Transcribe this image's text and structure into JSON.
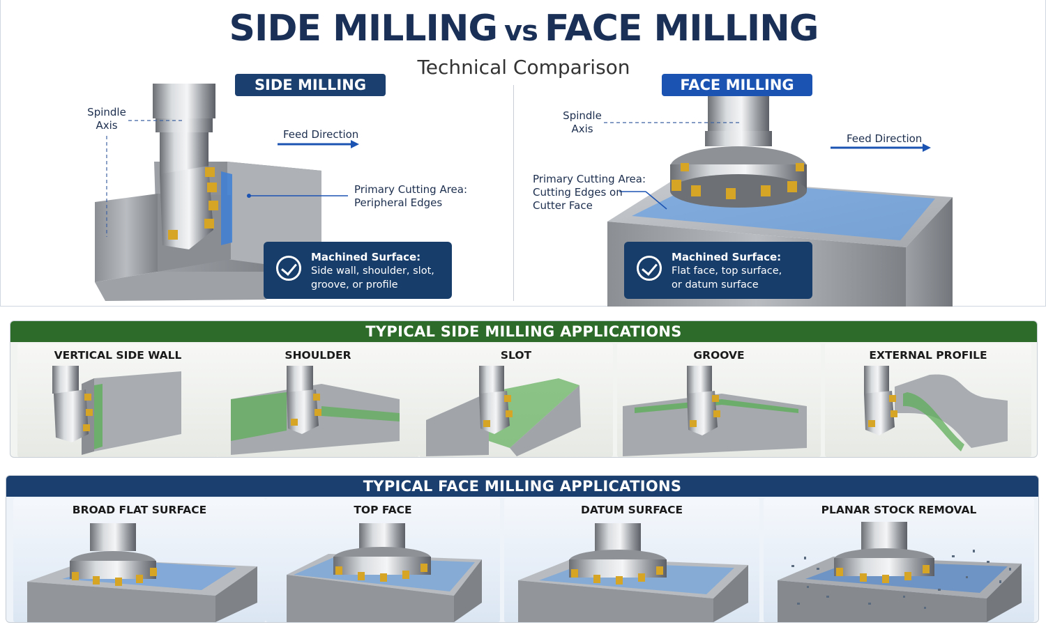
{
  "header": {
    "title_left": "SIDE MILLING",
    "title_vs": "vs",
    "title_right": "FACE MILLING",
    "subtitle": "Technical Comparison"
  },
  "side_milling": {
    "badge": "SIDE MILLING",
    "spindle_axis": [
      "Spindle",
      "Axis"
    ],
    "feed_direction": "Feed Direction",
    "primary_cutting": [
      "Primary Cutting Area:",
      "Peripheral Edges"
    ],
    "machined_surface": {
      "title": "Machined Surface:",
      "lines": [
        "Side wall, shoulder, slot,",
        "groove, or profile"
      ]
    }
  },
  "face_milling": {
    "badge": "FACE MILLING",
    "spindle_axis": [
      "Spindle",
      "Axis"
    ],
    "feed_direction": "Feed Direction",
    "primary_cutting": [
      "Primary Cutting Area:",
      "Cutting Edges on",
      "Cutter Face"
    ],
    "machined_surface": {
      "title": "Machined Surface:",
      "lines": [
        "Flat face, top surface,",
        "or datum surface"
      ]
    }
  },
  "side_applications": {
    "heading": "TYPICAL SIDE MILLING APPLICATIONS",
    "items": [
      "VERTICAL SIDE WALL",
      "SHOULDER",
      "SLOT",
      "GROOVE",
      "EXTERNAL PROFILE"
    ]
  },
  "face_applications": {
    "heading": "TYPICAL FACE MILLING APPLICATIONS",
    "items": [
      "BROAD FLAT SURFACE",
      "TOP FACE",
      "DATUM SURFACE",
      "PLANAR STOCK REMOVAL"
    ]
  },
  "colors": {
    "navy": "#1b3f6e",
    "blue": "#1b53b3",
    "green": "#2c6b2a",
    "highlight_blue": "#6fa6e6",
    "highlight_green": "#5fae5a",
    "insert_gold": "#d6a526"
  }
}
